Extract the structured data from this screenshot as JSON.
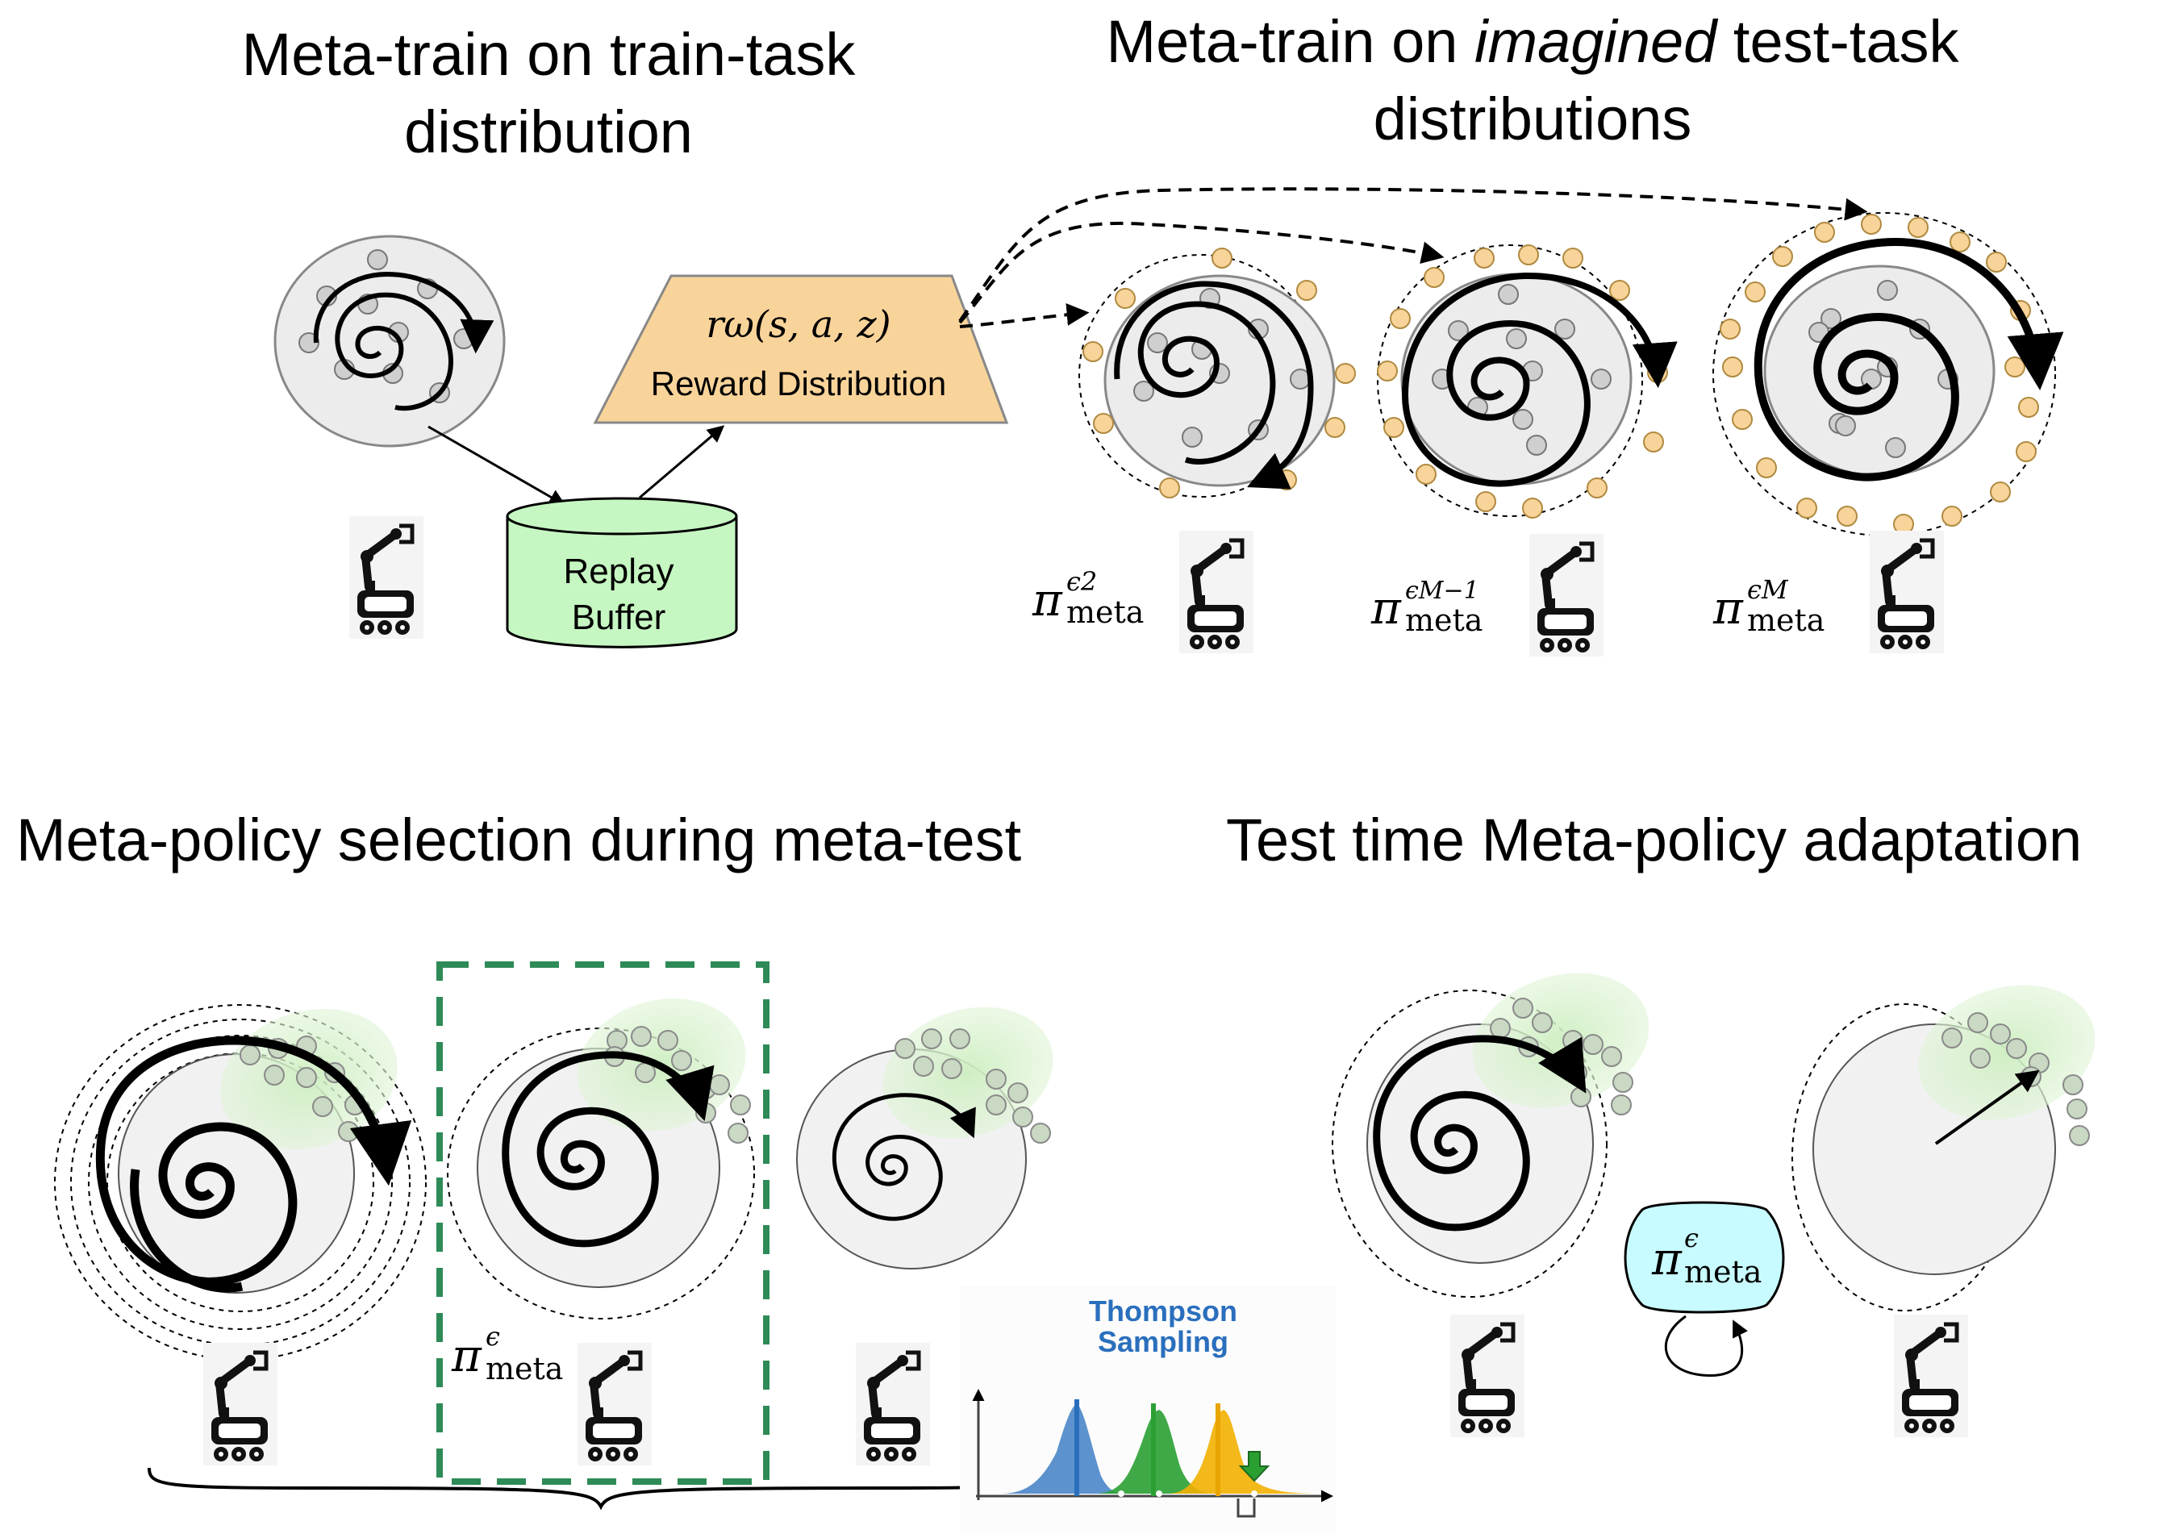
{
  "titles": {
    "top_left_line1": "Meta-train on train-task",
    "top_left_line2": "distribution",
    "top_right_line1_pre": "Meta-train on ",
    "top_right_line1_em": "imagined",
    "top_right_line1_post": " test-task",
    "top_right_line2": "distributions",
    "bottom_left": "Meta-policy selection during meta-test",
    "bottom_right": "Test time Meta-policy adaptation"
  },
  "reward_box": {
    "formula": "rω(s, a, z)",
    "label": "Reward Distribution"
  },
  "replay_buffer": {
    "line1": "Replay",
    "line2": "Buffer"
  },
  "policy_labels": {
    "pi_symbol": "π",
    "sub": "meta",
    "sup_eps2": "ϵ2",
    "sup_epsM1": "ϵM−1",
    "sup_epsM": "ϵM",
    "sup_eps": "ϵ"
  },
  "thompson": {
    "line1": "Thompson",
    "line2": "Sampling"
  },
  "colors": {
    "orange_dot": "#f9d49a",
    "gray_dot": "#cfcfcf",
    "green_region": "#d8f0cc",
    "replay_fill": "#c6f7c2",
    "reward_fill": "#f9d49a",
    "selection_box": "#2e8b57",
    "adapt_box": "#c8fbff",
    "thompson_text": "#2a6fbd",
    "dist_blue": "#3f7fc4",
    "dist_green": "#2aa033",
    "dist_yellow": "#f2b000"
  }
}
